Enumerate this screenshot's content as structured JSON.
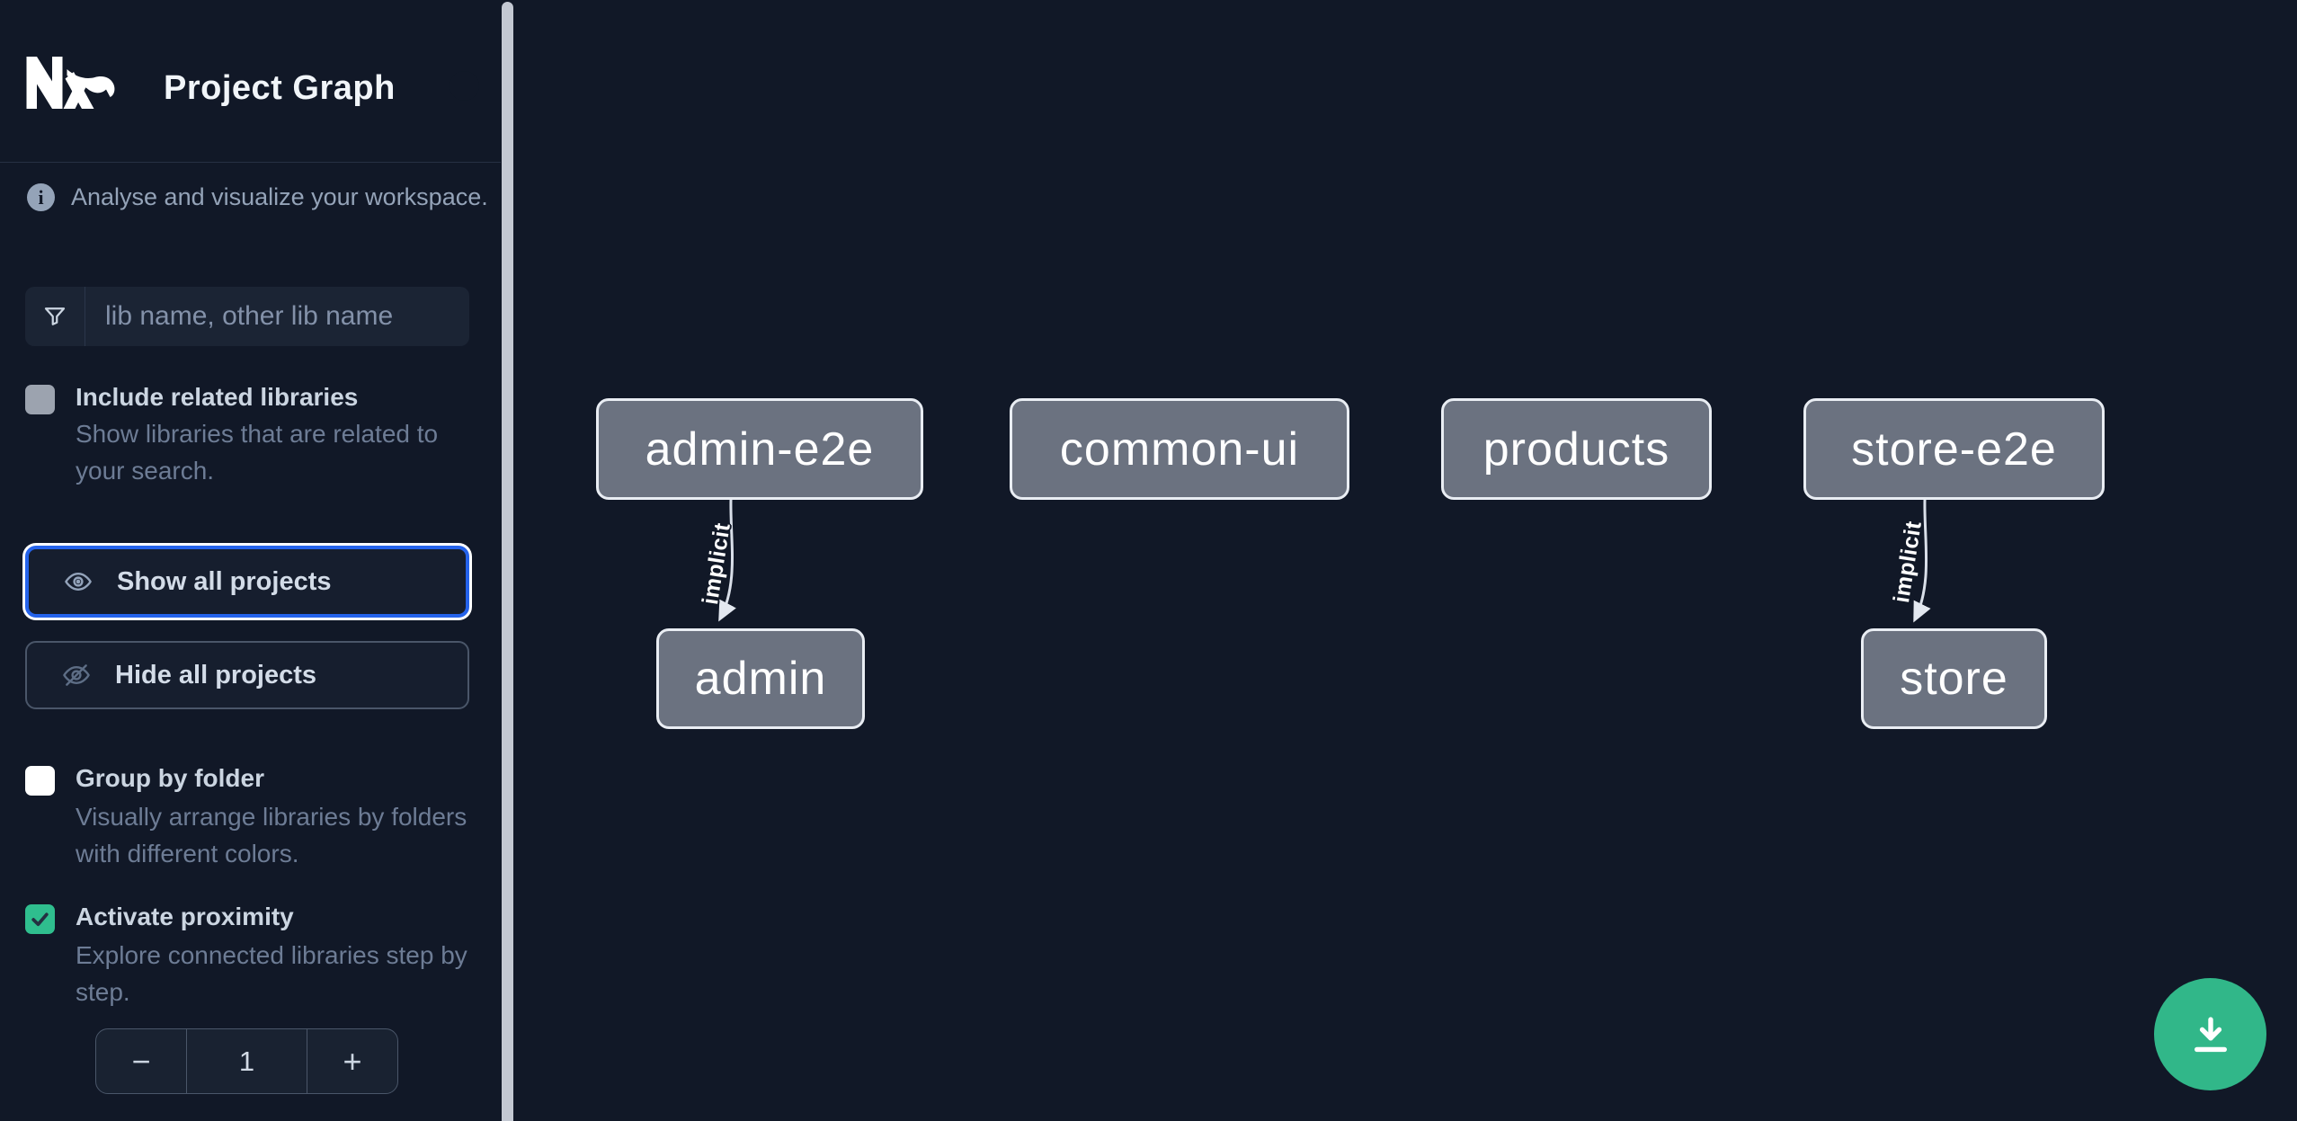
{
  "colors": {
    "background": "#111827",
    "accent_green": "#31b789",
    "focus_blue": "#2563eb",
    "node_fill": "#6b7280",
    "node_border": "#e9edf3",
    "edge_stroke": "#d9dfe9"
  },
  "header": {
    "title": "Project Graph"
  },
  "sidebar": {
    "tagline": "Analyse and visualize your workspace.",
    "search": {
      "placeholder": "lib name, other lib name",
      "value": ""
    },
    "options": [
      {
        "label": "Include related libraries",
        "description": "Show libraries that are related to your search.",
        "checked": false
      },
      {
        "label": "Group by folder",
        "description": "Visually arrange libraries by folders with different colors.",
        "checked": false
      },
      {
        "label": "Activate proximity",
        "description": "Explore connected libraries step by step.",
        "checked": true
      }
    ],
    "actions": [
      {
        "label": "Show all projects",
        "icon": "eye-icon",
        "focused": true
      },
      {
        "label": "Hide all projects",
        "icon": "eye-off-icon",
        "focused": false
      }
    ],
    "stepper": {
      "decrement": "−",
      "value": "1",
      "increment": "+"
    }
  },
  "graph": {
    "nodes": [
      {
        "label": "admin-e2e"
      },
      {
        "label": "common-ui"
      },
      {
        "label": "products"
      },
      {
        "label": "store-e2e"
      },
      {
        "label": "admin"
      },
      {
        "label": "store"
      }
    ],
    "edges": [
      {
        "from": "admin-e2e",
        "to": "admin",
        "label": "implicit"
      },
      {
        "from": "store-e2e",
        "to": "store",
        "label": "implicit"
      }
    ]
  },
  "fab": {
    "icon": "download-icon"
  }
}
